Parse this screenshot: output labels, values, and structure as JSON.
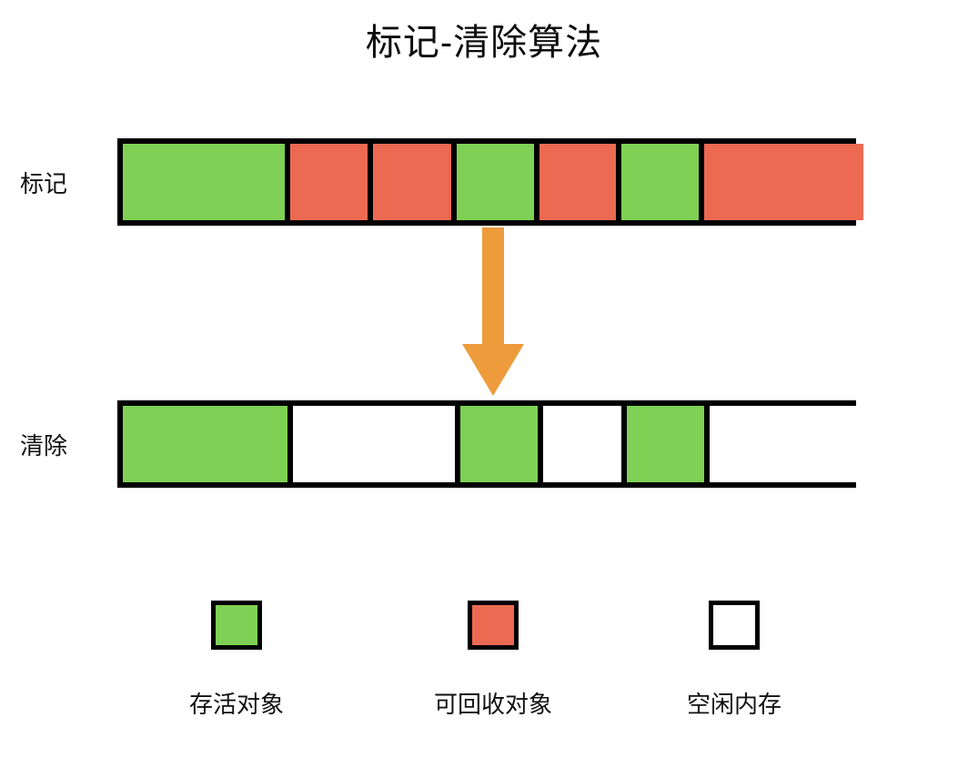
{
  "title": "标记-清除算法",
  "colors": {
    "live": "#7ed154",
    "dead": "#ec6a52",
    "free": "#ffffff",
    "border": "#000000",
    "arrow": "#ee9b3c",
    "background": "#ffffff",
    "text": "#111111"
  },
  "rows": [
    {
      "label": "标记",
      "name": "mark-row",
      "cells": [
        {
          "state": "live",
          "width": 178
        },
        {
          "state": "dead",
          "width": 85
        },
        {
          "state": "dead",
          "width": 86
        },
        {
          "state": "live",
          "width": 85
        },
        {
          "state": "dead",
          "width": 84
        },
        {
          "state": "live",
          "width": 85
        },
        {
          "state": "dead",
          "width": 175
        }
      ]
    },
    {
      "label": "清除",
      "name": "sweep-row",
      "cells": [
        {
          "state": "live",
          "width": 181
        },
        {
          "state": "free",
          "width": 178
        },
        {
          "state": "live",
          "width": 85
        },
        {
          "state": "free",
          "width": 86
        },
        {
          "state": "live",
          "width": 85
        },
        {
          "state": "free",
          "width": 175
        }
      ]
    }
  ],
  "arrow": {
    "direction": "down",
    "label": "sweep-transition-arrow",
    "color": "#ee9b3c"
  },
  "legend": [
    {
      "swatch": "live",
      "label": "存活对象"
    },
    {
      "swatch": "dead",
      "label": "可回收对象"
    },
    {
      "swatch": "free",
      "label": "空闲内存"
    }
  ],
  "chart_data": {
    "type": "diagram",
    "title": "标记-清除算法",
    "stages": [
      {
        "name": "标记",
        "segments": [
          "live",
          "dead",
          "dead",
          "live",
          "dead",
          "live",
          "dead"
        ],
        "segment_widths": [
          178,
          85,
          86,
          85,
          84,
          85,
          175
        ]
      },
      {
        "name": "清除",
        "segments": [
          "live",
          "free",
          "live",
          "free",
          "live",
          "free"
        ],
        "segment_widths": [
          181,
          178,
          85,
          86,
          85,
          175
        ]
      }
    ],
    "legend_entries": [
      "存活对象",
      "可回收对象",
      "空闲内存"
    ]
  }
}
